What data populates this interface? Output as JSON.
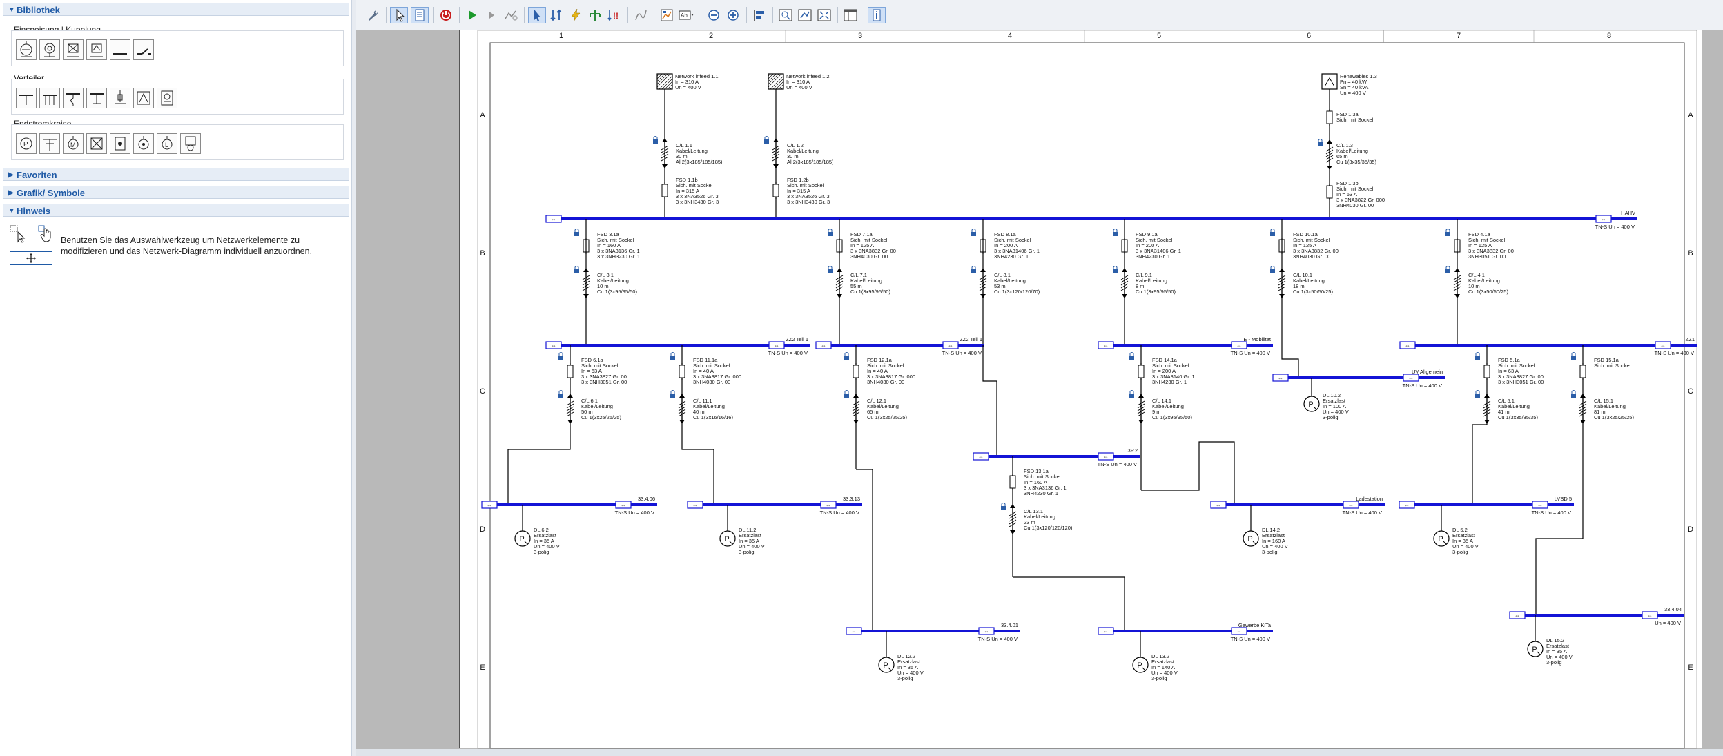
{
  "library": {
    "title": "Bibliothek",
    "einspeisung": {
      "label": "Einspeisung | Kupplung",
      "icons": [
        "transformer-feed-icon",
        "generator-icon",
        "network-infeed-icon",
        "renewables-icon",
        "busbar-icon",
        "coupler-switch-icon"
      ]
    },
    "verteiler": {
      "label": "Verteiler",
      "icons": [
        "distribution-busbar-icon",
        "sub-busbar-icon",
        "cable-tap-icon",
        "busbar-tap-icon",
        "fuse-tap-icon",
        "distribution-box-icon",
        "meter-box-icon"
      ]
    },
    "endstromkreise": {
      "label": "Endstromkreise",
      "icons": [
        "socket-load-icon",
        "light-load-icon",
        "motor-load-icon",
        "load-box-icon",
        "consumer-icon",
        "charging-icon",
        "pump-icon",
        "ups-icon"
      ]
    },
    "favoriten": "Favoriten",
    "grafik": "Grafik/ Symbole",
    "hinweis": "Hinweis",
    "hint_text": "Benutzen Sie das Auswahlwerkzeug um Netzwerkelemente zu modifizieren und das Netzwerk-Diagramm individuell anzuordnen."
  },
  "toolbar": {
    "buttons": [
      "wrench-icon",
      "select-arrow-icon",
      "document-icon",
      "power-off-icon",
      "run-icon",
      "step-icon",
      "run-multi-icon",
      "zoom-cursor-icon",
      "sort-icon",
      "lightning-icon",
      "tree-icon",
      "alarm-icon",
      "curve-icon",
      "chart-icon",
      "label-icon",
      "zoom-out-icon",
      "zoom-in-icon",
      "align-icon",
      "fit-icon",
      "fit-page-icon",
      "fit-select-icon",
      "panel-icon",
      "info-icon"
    ]
  },
  "colors": {
    "bus": "#1414d6",
    "line": "#000000",
    "accent": "#1f5aa6"
  },
  "sheet": {
    "columns": [
      "1",
      "2",
      "3",
      "4",
      "5",
      "6",
      "7",
      "8"
    ],
    "rows": [
      "A",
      "B",
      "C",
      "D",
      "E"
    ]
  },
  "diagram": {
    "sources": [
      {
        "name": "Network infeed 1.1",
        "l1": "In = 310  A",
        "l2": "Un = 400  V"
      },
      {
        "name": "Network infeed 1.2",
        "l1": "In = 310  A",
        "l2": "Un = 400  V"
      },
      {
        "name": "Renewables 1.3",
        "l1": "Pn = 40  kW",
        "l2": "Sn = 40  kVA",
        "l3": "Un = 400  V"
      }
    ],
    "main_bus": {
      "name": "HAHV",
      "sub": "TN-S  Un = 400  V"
    },
    "feeder_cables": [
      {
        "name": "C/L 1.1",
        "t": "Kabel/Leitung",
        "len": "30 m",
        "spec": "Al 2(3x185/185/185)"
      },
      {
        "name": "C/L 1.2",
        "t": "Kabel/Leitung",
        "len": "30 m",
        "spec": "Al 2(3x185/185/185)"
      },
      {
        "name": "C/L 1.3",
        "t": "Kabel/Leitung",
        "len": "65 m",
        "spec": "Cu 1(3x35/35/35)"
      }
    ],
    "feeder_fuses": [
      {
        "name": "FSD 1.1b",
        "t": "Sich. mit Sockel",
        "i": "In = 315  A",
        "a": "3 x 3NA3526 Gr. 3",
        "b": "3 x 3NH3430 Gr. 3"
      },
      {
        "name": "FSD 1.2b",
        "t": "Sich. mit Sockel",
        "i": "In = 315  A",
        "a": "3 x 3NA3526 Gr. 3",
        "b": "3 x 3NH3430 Gr. 3"
      },
      {
        "name": "FSD 1.3a",
        "t": "Sich. mit Sockel",
        "i": "",
        "a": "",
        "b": ""
      },
      {
        "name": "FSD 1.3b",
        "t": "Sich. mit Sockel",
        "i": "In = 63  A",
        "a": "3 x 3NA3822 Gr. 000",
        "b": "3NH4030 Gr. 00"
      }
    ],
    "branch_fuses": [
      {
        "name": "FSD 3.1a",
        "t": "Sich. mit Sockel",
        "i": "In = 160  A",
        "a": "3 x 3NA3136 Gr. 1",
        "b": "3 x 3NH3230 Gr. 1"
      },
      {
        "name": "FSD 7.1a",
        "t": "Sich. mit Sockel",
        "i": "In = 125  A",
        "a": "3 x 3NA3832 Gr. 00",
        "b": "3NH4030 Gr. 00"
      },
      {
        "name": "FSD 8.1a",
        "t": "Sich. mit Sockel",
        "i": "In = 200  A",
        "a": "3 x 3NA31406 Gr. 1",
        "b": "3NH4230 Gr. 1"
      },
      {
        "name": "FSD 9.1a",
        "t": "Sich. mit Sockel",
        "i": "In = 200  A",
        "a": "3 x 3NA31406 Gr. 1",
        "b": "3NH4230 Gr. 1"
      },
      {
        "name": "FSD 10.1a",
        "t": "Sich. mit Sockel",
        "i": "In = 125  A",
        "a": "3 x 3NA3832 Gr. 00",
        "b": "3NH4030 Gr. 00"
      },
      {
        "name": "FSD 4.1a",
        "t": "Sich. mit Sockel",
        "i": "In = 125  A",
        "a": "3 x 3NA3832 Gr. 00",
        "b": "3NH3051 Gr. 00"
      }
    ],
    "branch_cables": [
      {
        "name": "C/L 3.1",
        "t": "Kabel/Leitung",
        "len": "10 m",
        "spec": "Cu 1(3x95/95/50)"
      },
      {
        "name": "C/L 7.1",
        "t": "Kabel/Leitung",
        "len": "55 m",
        "spec": "Cu 1(3x95/95/50)"
      },
      {
        "name": "C/L 8.1",
        "t": "Kabel/Leitung",
        "len": "53 m",
        "spec": "Cu 1(3x120/120/70)"
      },
      {
        "name": "C/L 9.1",
        "t": "Kabel/Leitung",
        "len": "8 m",
        "spec": "Cu 1(3x95/95/50)"
      },
      {
        "name": "C/L 10.1",
        "t": "Kabel/Leitung",
        "len": "18 m",
        "spec": "Cu 1(3x50/50/25)"
      },
      {
        "name": "C/L 4.1",
        "t": "Kabel/Leitung",
        "len": "10 m",
        "spec": "Cu 1(3x50/50/25)"
      }
    ],
    "sub_buses": [
      {
        "name": "ZZ2 Teil 1",
        "sub": "TN-S  Un = 400  V"
      },
      {
        "name": "ZZ2 Teil 1",
        "sub": "TN-S  Un = 400  V"
      },
      {
        "name": "E - Mobilität",
        "sub": "TN-S  Un = 400  V"
      },
      {
        "name": "UV Allgemein",
        "sub": "TN-S  Un = 400  V"
      },
      {
        "name": "ZZ1",
        "sub": "TN-S  Un = 400  V"
      },
      {
        "name": "3P.2",
        "sub": "TN-S  Un = 400  V"
      }
    ],
    "dist_fuses": [
      {
        "name": "FSD 6.1a",
        "t": "Sich. mit Sockel",
        "i": "In = 63  A",
        "a": "3 x 3NA3827 Gr. 00",
        "b": "3 x 3NH3051 Gr. 00"
      },
      {
        "name": "FSD 11.1a",
        "t": "Sich. mit Sockel",
        "i": "In = 40  A",
        "a": "3 x 3NA3817 Gr. 000",
        "b": "3NH4030 Gr. 00"
      },
      {
        "name": "FSD 12.1a",
        "t": "Sich. mit Sockel",
        "i": "In = 40  A",
        "a": "3 x 3NA3817 Gr. 000",
        "b": "3NH4030 Gr. 00"
      },
      {
        "name": "FSD 14.1a",
        "t": "Sich. mit Sockel",
        "i": "In = 200  A",
        "a": "3 x 3NA3140 Gr. 1",
        "b": "3NH4230 Gr. 1"
      },
      {
        "name": "FSD 5.1a",
        "t": "Sich. mit Sockel",
        "i": "In = 63  A",
        "a": "3 x 3NA3827 Gr. 00",
        "b": "3 x 3NH3051 Gr. 00"
      },
      {
        "name": "FSD 15.1a",
        "t": "Sich. mit Sockel",
        "i": "",
        "a": "",
        "b": ""
      },
      {
        "name": "FSD 13.1a",
        "t": "Sich. mit Sockel",
        "i": "In = 160  A",
        "a": "3 x 3NA3136 Gr. 1",
        "b": "3NH4230 Gr. 1"
      }
    ],
    "dist_cables": [
      {
        "name": "C/L 6.1",
        "t": "Kabel/Leitung",
        "len": "50 m",
        "spec": "Cu 1(3x25/25/25)"
      },
      {
        "name": "C/L 11.1",
        "t": "Kabel/Leitung",
        "len": "40 m",
        "spec": "Cu 1(3x16/16/16)"
      },
      {
        "name": "C/L 12.1",
        "t": "Kabel/Leitung",
        "len": "65 m",
        "spec": "Cu 1(3x25/25/25)"
      },
      {
        "name": "C/L 14.1",
        "t": "Kabel/Leitung",
        "len": "9 m",
        "spec": "Cu 1(3x95/95/50)"
      },
      {
        "name": "C/L 5.1",
        "t": "Kabel/Leitung",
        "len": "41 m",
        "spec": "Cu 1(3x35/35/35)"
      },
      {
        "name": "C/L 15.1",
        "t": "Kabel/Leitung",
        "len": "81 m",
        "spec": "Cu 1(3x25/25/25)"
      },
      {
        "name": "C/L 13.1",
        "t": "Kabel/Leitung",
        "len": "23 m",
        "spec": "Cu 1(3x120/120/120)"
      }
    ],
    "load_buses": [
      {
        "name": "33.4.06",
        "sub": "TN-S  Un = 400  V"
      },
      {
        "name": "33.3.13",
        "sub": "TN-S  Un = 400  V"
      },
      {
        "name": "Ladestation",
        "sub": "TN-S  Un = 400  V"
      },
      {
        "name": "LVSD 5",
        "sub": "TN-S  Un = 400  V"
      },
      {
        "name": "33.4.01",
        "sub": "TN-S  Un = 400  V"
      },
      {
        "name": "Gewerbe KiTa",
        "sub": "TN-S  Un = 400  V"
      },
      {
        "name": "33.4.04",
        "sub": "Un = 400  V"
      }
    ],
    "loads": [
      {
        "name": "DL 6.2",
        "t": "Ersatzlast",
        "i": "In = 35  A",
        "u": "Un = 400  V",
        "p": "3-polig"
      },
      {
        "name": "DL 11.2",
        "t": "Ersatzlast",
        "i": "In = 35  A",
        "u": "Un = 400  V",
        "p": "3-polig"
      },
      {
        "name": "DL 10.2",
        "t": "Ersatzlast",
        "i": "In = 100  A",
        "u": "Un = 400  V",
        "p": "3-polig"
      },
      {
        "name": "DL 14.2",
        "t": "Ersatzlast",
        "i": "In = 160  A",
        "u": "Un = 400  V",
        "p": "3-polig"
      },
      {
        "name": "DL 5.2",
        "t": "Ersatzlast",
        "i": "In = 35  A",
        "u": "Un = 400  V",
        "p": "3-polig"
      },
      {
        "name": "DL 12.2",
        "t": "Ersatzlast",
        "i": "In = 35  A",
        "u": "Un = 400  V",
        "p": "3-polig"
      },
      {
        "name": "DL 13.2",
        "t": "Ersatzlast",
        "i": "In = 140  A",
        "u": "Un = 400  V",
        "p": "3-polig"
      },
      {
        "name": "DL 15.2",
        "t": "Ersatzlast",
        "i": "In = 35  A",
        "u": "Un = 400  V",
        "p": "3-polig"
      }
    ]
  }
}
